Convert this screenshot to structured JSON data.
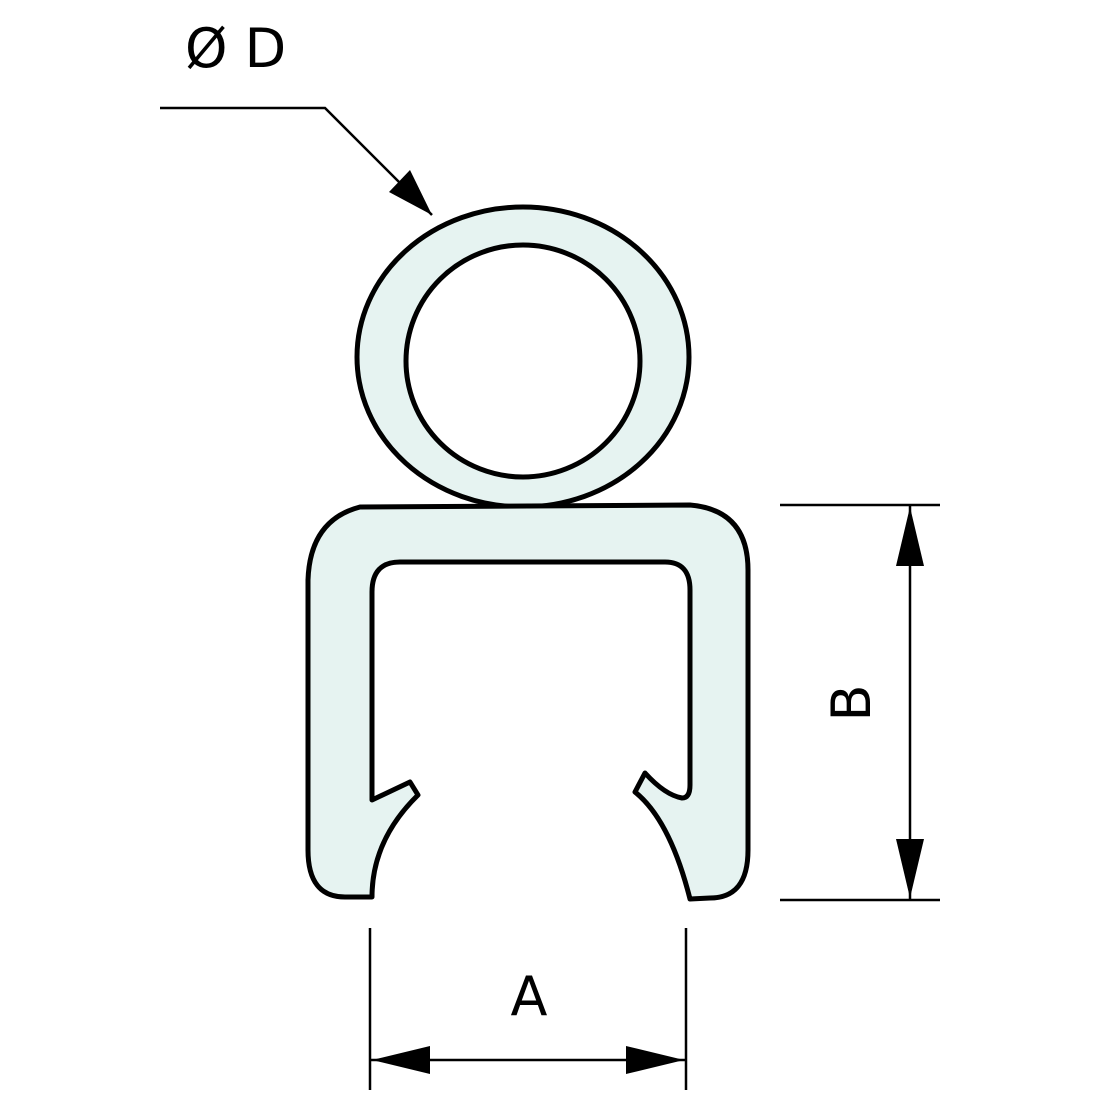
{
  "labels": {
    "diameter": "Ø D",
    "height": "B",
    "width": "A"
  },
  "colors": {
    "profile_fill": "#e6f3f1",
    "outline": "#000000"
  }
}
